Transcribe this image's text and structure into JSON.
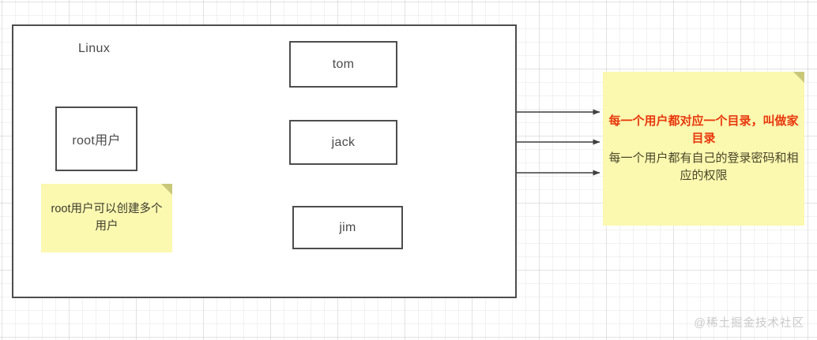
{
  "diagram": {
    "container": {
      "label": "Linux"
    },
    "nodes": [
      {
        "id": "root",
        "label": "root用户"
      },
      {
        "id": "tom",
        "label": "tom"
      },
      {
        "id": "jack",
        "label": "jack"
      },
      {
        "id": "jim",
        "label": "jim"
      }
    ],
    "notes": {
      "left": {
        "text": "root用户可以创建多个用户",
        "color": "#fbf8b0",
        "text_color": "#3c3c2c"
      },
      "right": {
        "line_red": "每一个用户都对应一个目录，叫做家目录",
        "line_dark": "每一个用户都有自己的登录密码和相应的权限",
        "color": "#fbf8b0",
        "red_color": "#e8380d",
        "dark_color": "#4b4628"
      }
    },
    "edges": [
      {
        "from": "root",
        "to": "tom",
        "arrow": "right"
      },
      {
        "from": "root",
        "to": "jack",
        "arrow": "right"
      },
      {
        "from": "root",
        "to": "jim",
        "arrow": "right"
      },
      {
        "from": "tom",
        "to": "note-right",
        "arrow": "right"
      },
      {
        "from": "jack",
        "to": "note-right",
        "arrow": "right"
      },
      {
        "from": "jim",
        "to": "note-right",
        "arrow": "right"
      }
    ],
    "stroke_color": "#4d4d4d"
  },
  "watermark": {
    "text": "@稀土掘金技术社区"
  }
}
